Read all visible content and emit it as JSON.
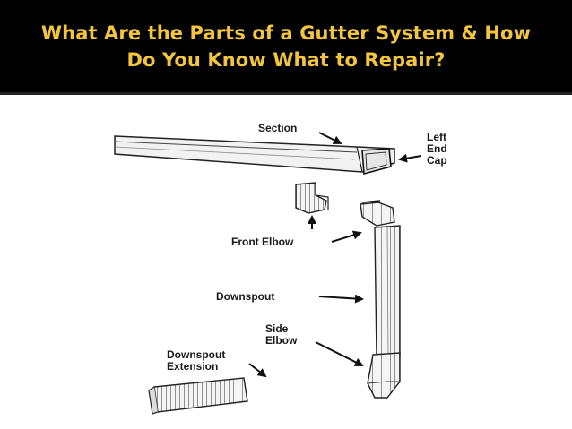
{
  "slide": {
    "title_line1": "What Are the Parts of a Gutter System & How",
    "title_line2": "Do You Know What to Repair?",
    "title_color": "#f2c53d",
    "title_bar_color": "#000000"
  },
  "diagram": {
    "labels": {
      "section": "Section",
      "left_end_cap_1": "Left",
      "left_end_cap_2": "End",
      "left_end_cap_3": "Cap",
      "front_elbow": "Front Elbow",
      "downspout": "Downspout",
      "side_elbow_1": "Side",
      "side_elbow_2": "Elbow",
      "downspout_extension_1": "Downspout",
      "downspout_extension_2": "Extension"
    }
  }
}
